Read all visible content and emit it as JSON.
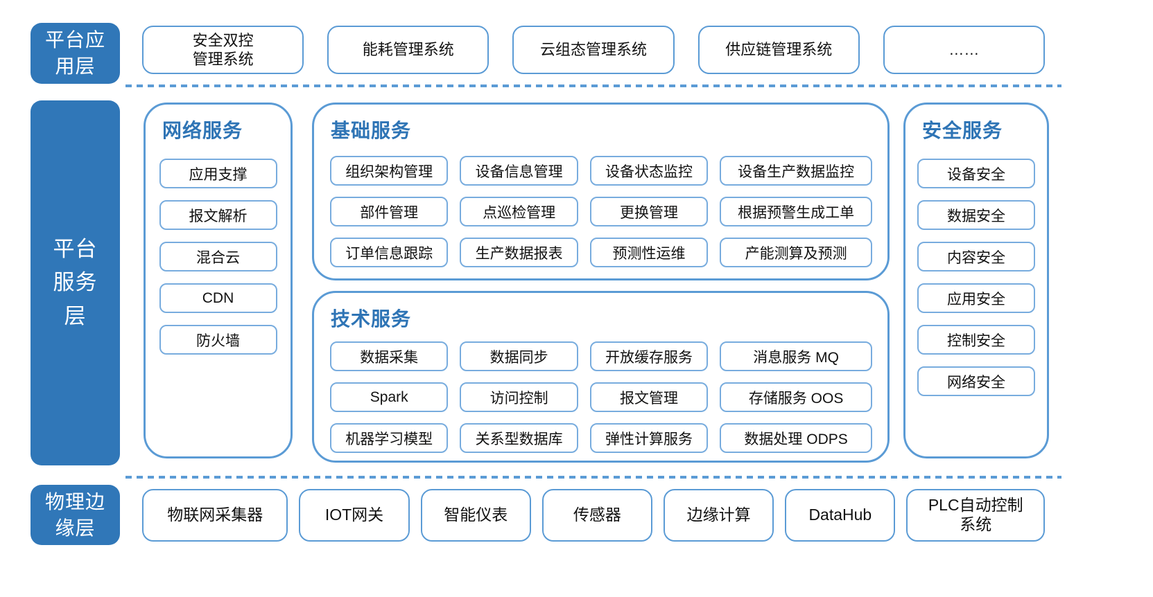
{
  "colors": {
    "layer_badge_fill": "#3077B8",
    "group_border": "#5B9BD5",
    "item_border": "#78ACDE",
    "group_title_text": "#2E74B5",
    "dashed_line": "#5B9BD5",
    "badge_text": "#FFFFFF",
    "item_text": "#111111"
  },
  "app_layer": {
    "badge": "平台应\n用层",
    "items": [
      "安全双控\n管理系统",
      "能耗管理系统",
      "云组态管理系统",
      "供应链管理系统",
      "……"
    ]
  },
  "service_layer": {
    "badge": "平台\n服务\n层",
    "network": {
      "title": "网络服务",
      "items": [
        "应用支撑",
        "报文解析",
        "混合云",
        "CDN",
        "防火墙"
      ]
    },
    "basic": {
      "title": "基础服务",
      "items": [
        "组织架构管理",
        "设备信息管理",
        "设备状态监控",
        "设备生产数据监控",
        "部件管理",
        "点巡检管理",
        "更换管理",
        "根据预警生成工单",
        "订单信息跟踪",
        "生产数据报表",
        "预测性运维",
        "产能测算及预测"
      ]
    },
    "tech": {
      "title": "技术服务",
      "items": [
        "数据采集",
        "数据同步",
        "开放缓存服务",
        "消息服务 MQ",
        "Spark",
        "访问控制",
        "报文管理",
        "存储服务 OOS",
        "机器学习模型",
        "关系型数据库",
        "弹性计算服务",
        "数据处理 ODPS"
      ]
    },
    "security": {
      "title": "安全服务",
      "items": [
        "设备安全",
        "数据安全",
        "内容安全",
        "应用安全",
        "控制安全",
        "网络安全"
      ]
    }
  },
  "edge_layer": {
    "badge": "物理边\n缘层",
    "items": [
      "物联网采集器",
      "IOT网关",
      "智能仪表",
      "传感器",
      "边缘计算",
      "DataHub",
      "PLC自动控制\n系统"
    ]
  }
}
